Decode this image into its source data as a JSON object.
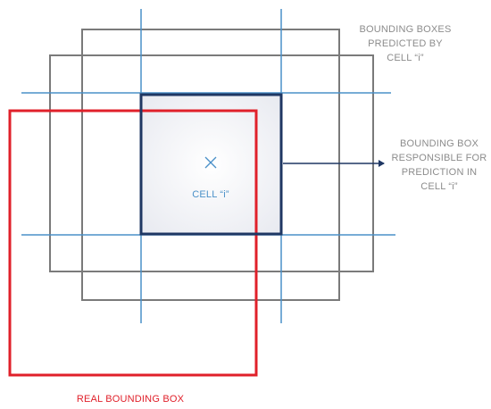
{
  "labels": {
    "predicted_boxes": [
      "BOUNDING BOXES",
      "PREDICTED BY",
      "CELL “i”"
    ],
    "responsible_box": [
      "BOUNDING BOX",
      "RESPONSIBLE FOR",
      "PREDICTION IN",
      "CELL “i”"
    ],
    "cell": "CELL “i”",
    "real_box": "REAL BOUNDING BOX"
  },
  "colors": {
    "grid_line": "#4a90c8",
    "predicted_box": "#7a7a7a",
    "responsible_box": "#1f3763",
    "real_box": "#e0202a",
    "label_gray": "#8c8c8c",
    "label_blue": "#4a90c8",
    "label_red": "#e0202a"
  },
  "icons": {
    "cell_center": "x-mark-icon",
    "arrow": "right-arrow-icon"
  }
}
